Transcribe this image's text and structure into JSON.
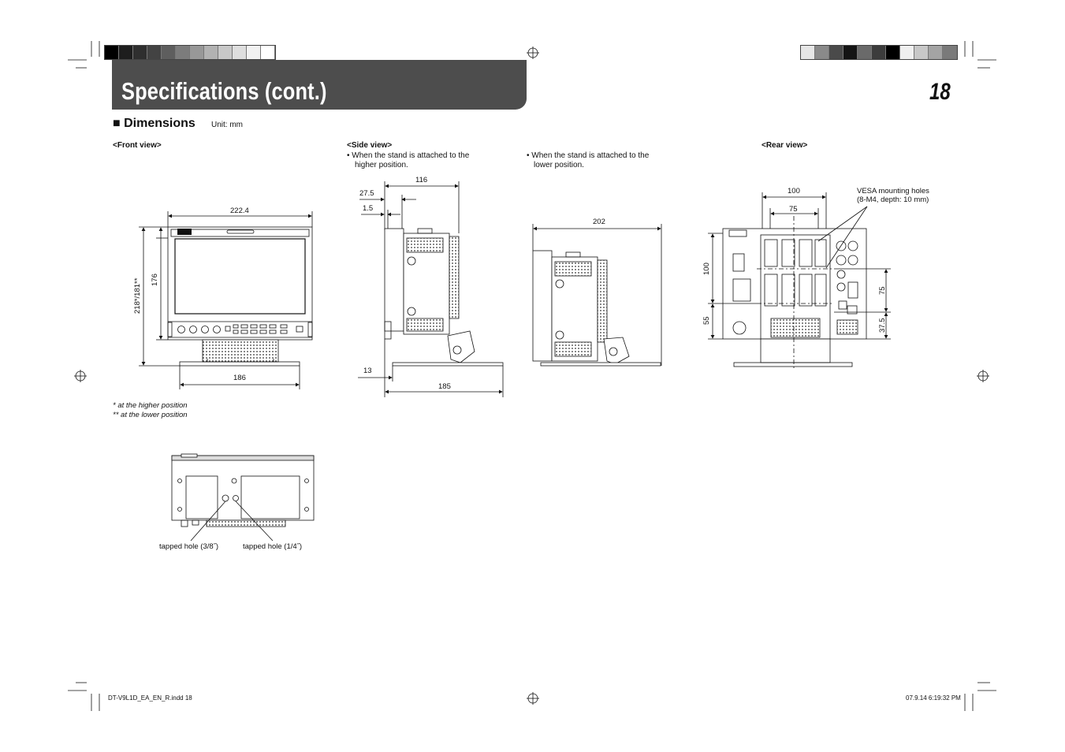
{
  "header": {
    "title": "Specifications (cont.)",
    "page_number": "18",
    "left_swatches": [
      "#000000",
      "#1e1e1e",
      "#2f2f2f",
      "#434343",
      "#5e5e5e",
      "#7c7c7c",
      "#989898",
      "#b2b2b2",
      "#c8c8c8",
      "#dedede",
      "#f2f2f2",
      "#ffffff"
    ],
    "right_swatches": [
      "#e6e6e6",
      "#8a8a8a",
      "#4a4a4a",
      "#141414",
      "#6a6a6a",
      "#3c3c3c",
      "#000000",
      "#f0f0f0",
      "#c8c8c8",
      "#a4a4a4",
      "#7a7a7a"
    ]
  },
  "section": {
    "title": "Dimensions",
    "unit": "Unit: mm"
  },
  "front_view": {
    "label": "<Front view>",
    "width_top": "222.4",
    "height_outer": "218*/181**",
    "height_inner": "176",
    "width_bottom": "186",
    "note_1": "*  at the higher position",
    "note_2": "** at the lower position",
    "tapped_hole_1": "tapped hole (3/8˝)",
    "tapped_hole_2": "tapped hole (1/4˝)"
  },
  "side_view": {
    "label": "<Side view>",
    "bullet_higher_1": "•  When the stand is attached to the",
    "bullet_higher_2": "higher position.",
    "bullet_lower_1": "•  When the stand is attached to the",
    "bullet_lower_2": "lower position.",
    "dim_116": "116",
    "dim_27_5": "27.5",
    "dim_1_5": "1.5",
    "dim_13": "13",
    "dim_185": "185",
    "dim_202": "202"
  },
  "rear_view": {
    "label": "<Rear view>",
    "dim_100_top": "100",
    "dim_75_top": "75",
    "vesa_1": "VESA mounting holes",
    "vesa_2": "(8-M4, depth: 10 mm)",
    "dim_100_left": "100",
    "dim_55_left": "55",
    "dim_75_right": "75",
    "dim_37_5_right": "37.5"
  },
  "footer": {
    "filename": "DT-V9L1D_EA_EN_R.indd   18",
    "timestamp": "07.9.14   6:19:32 PM"
  }
}
